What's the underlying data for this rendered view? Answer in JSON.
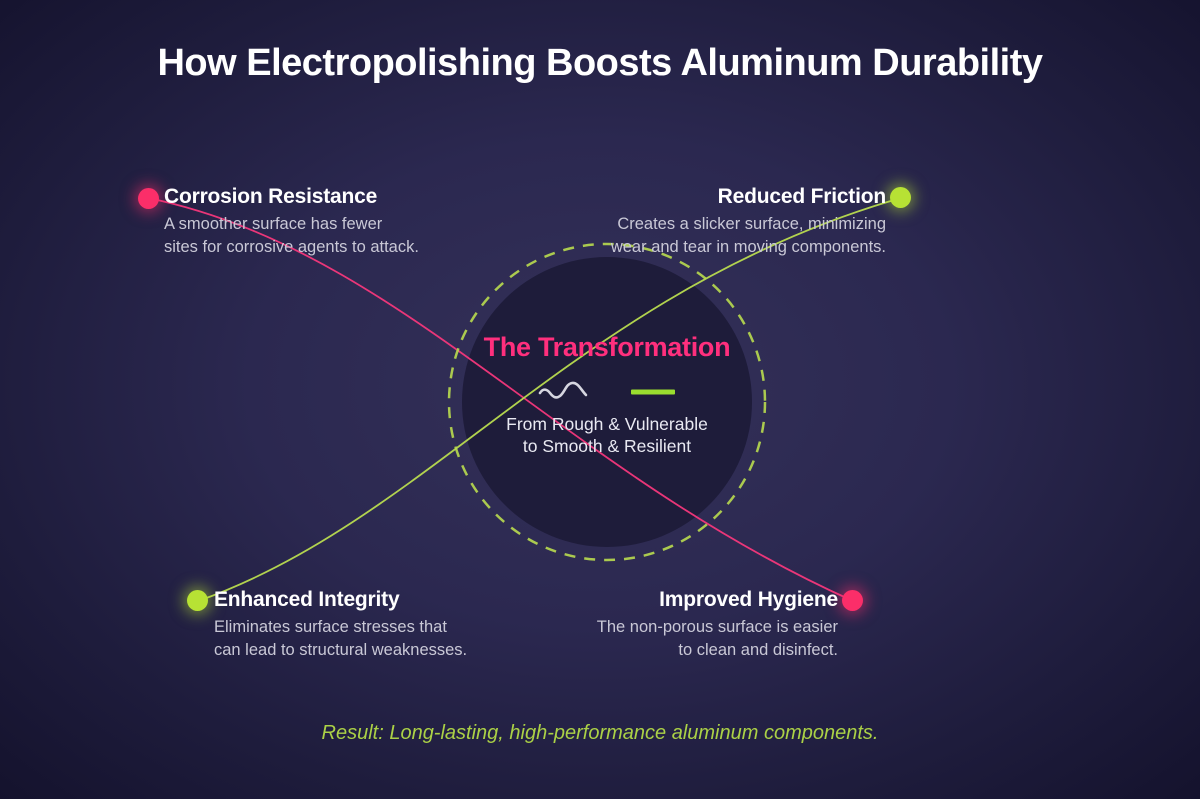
{
  "title": "How Electropolishing Boosts Aluminum Durability",
  "center": {
    "title": "The Transformation",
    "subtitle_line1": "From Rough & Vulnerable",
    "subtitle_line2": "to Smooth & Resilient",
    "rough_icon": "wavy-line-icon",
    "smooth_icon": "straight-line-icon"
  },
  "callouts": [
    {
      "id": "corrosion-resistance",
      "title": "Corrosion Resistance",
      "desc_line1": "A smoother surface has fewer",
      "desc_line2": "sites for corrosive agents to attack.",
      "dot_color": "#fb2e69"
    },
    {
      "id": "reduced-friction",
      "title": "Reduced Friction",
      "desc_line1": "Creates a slicker surface, minimizing",
      "desc_line2": "wear and tear in moving components.",
      "dot_color": "#b7e234"
    },
    {
      "id": "enhanced-integrity",
      "title": "Enhanced Integrity",
      "desc_line1": "Eliminates surface stresses that",
      "desc_line2": "can lead to structural weaknesses.",
      "dot_color": "#b7e234"
    },
    {
      "id": "improved-hygiene",
      "title": "Improved Hygiene",
      "desc_line1": "The non-porous surface is easier",
      "desc_line2": "to clean and disinfect.",
      "dot_color": "#fb2e69"
    }
  ],
  "result": "Result: Long-lasting, high-performance aluminum components.",
  "colors": {
    "background_center": "#343159",
    "background_edge": "#110f28",
    "circle_fill": "#1e1c3a",
    "dashed_circle_green": "#b9dc4f",
    "connector_pink": "#f4377b",
    "connector_green": "#b9dc4f",
    "dot_pink": "#fb2e69",
    "dot_green": "#b7e234",
    "center_title_pink": "#ff2f7d",
    "smooth_line_green": "#9add2f",
    "rough_line_gray": "#d6d6e0",
    "result_green": "#abd146",
    "heading_white": "#ffffff",
    "body_text_gray": "#c9c8d6"
  }
}
